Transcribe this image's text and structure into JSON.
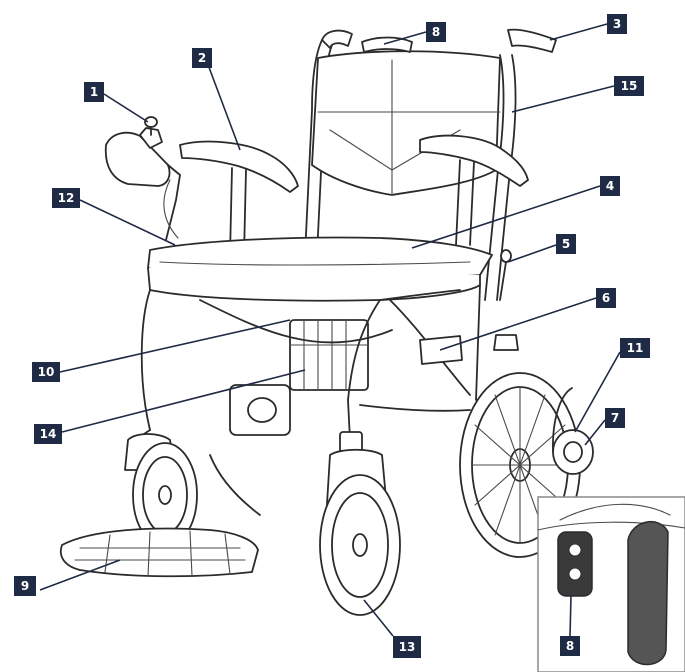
{
  "colors": {
    "badge_fill": "#1f2a44",
    "badge_text": "#ffffff",
    "line_art": "#2b2b2b",
    "inset_grip": "#555555"
  },
  "callouts": [
    {
      "id": "1",
      "label": "1"
    },
    {
      "id": "2",
      "label": "2"
    },
    {
      "id": "3",
      "label": "3"
    },
    {
      "id": "4",
      "label": "4"
    },
    {
      "id": "5",
      "label": "5"
    },
    {
      "id": "6",
      "label": "6"
    },
    {
      "id": "7",
      "label": "7"
    },
    {
      "id": "8",
      "label": "8"
    },
    {
      "id": "9",
      "label": "9"
    },
    {
      "id": "10",
      "label": "10"
    },
    {
      "id": "11",
      "label": "11"
    },
    {
      "id": "12",
      "label": "12"
    },
    {
      "id": "13",
      "label": "13"
    },
    {
      "id": "14",
      "label": "14"
    },
    {
      "id": "15",
      "label": "15"
    },
    {
      "id": "inset-8",
      "label": "8"
    }
  ]
}
